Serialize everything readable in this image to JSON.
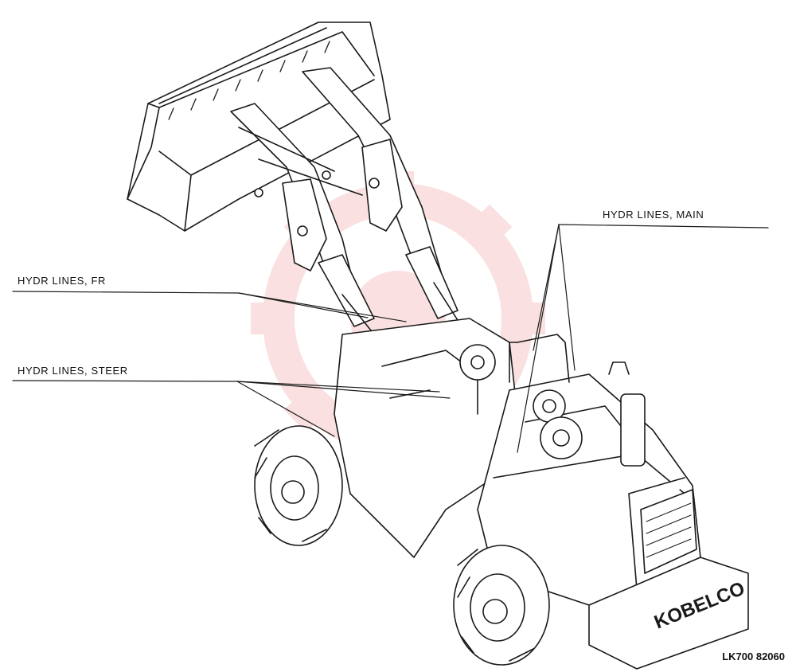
{
  "labels": {
    "hydr_fr": "HYDR LINES, FR",
    "hydr_steer": "HYDR LINES, STEER",
    "hydr_main": "HYDR LINES, MAIN"
  },
  "brand": "KOBELCO",
  "document_code": "LK700 82060",
  "colors": {
    "ink": "#1a1a1a",
    "watermark": "#f2a7a7"
  },
  "icons": {
    "watermark": "gear-watermark-icon"
  }
}
